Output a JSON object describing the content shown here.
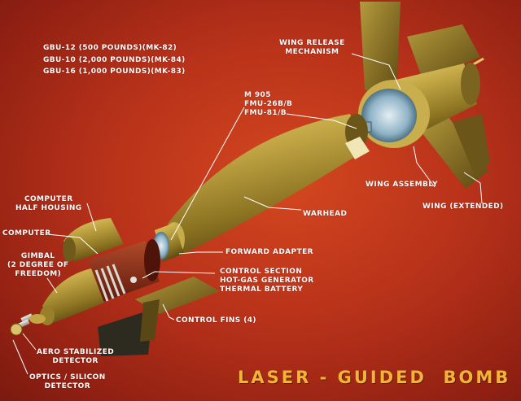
{
  "variants": [
    "GBU-12 (500 POUNDS)(MK-82)",
    "GBU-10 (2,000 POUNDS)(MK-84)",
    "GBU-16 (1,000 POUNDS)(MK-83)"
  ],
  "labels": {
    "wing_release": "WING RELEASE\nMECHANISM",
    "fuze": "M 905\nFMU-26B/B\nFMU-81/B",
    "computer_half_housing": "COMPUTER\nHALF HOUSING",
    "computer": "COMPUTER",
    "gimbal": "GIMBAL\n(2 DEGREE OF\nFREEDOM)",
    "warhead": "WARHEAD",
    "wing_assembly": "WING ASSEMBLY",
    "wing_extended": "WING (EXTENDED)",
    "forward_adapter": "FORWARD ADAPTER",
    "control_section": "CONTROL SECTION\nHOT-GAS GENERATOR\nTHERMAL BATTERY",
    "control_fins": "CONTROL FINS (4)",
    "aero_detector": "AERO STABILIZED\nDETECTOR",
    "optics_detector": "OPTICS / SILICON\nDETECTOR"
  },
  "title": "LASER - GUIDED  BOMB",
  "colors": {
    "background": "#b8321a",
    "body_olive": "#a88d2e",
    "control_section": "#8b2a14",
    "title": "#f0b437",
    "label_text": "#ffffff"
  }
}
